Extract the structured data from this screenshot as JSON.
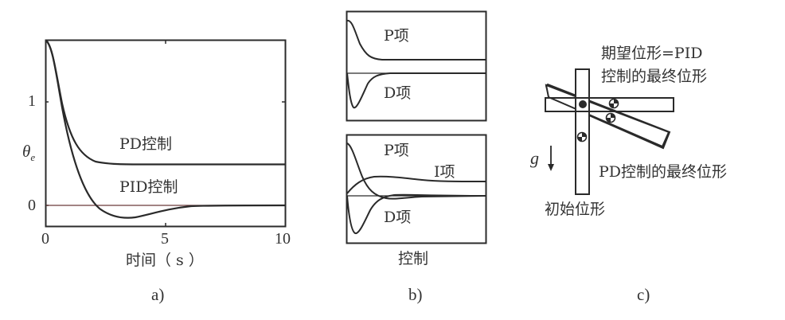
{
  "panel_a": {
    "caption": "a)",
    "ylabel_main": "θ",
    "ylabel_sub": "e",
    "xlabel": "时间（ s ）",
    "xticks": [
      "0",
      "5",
      "10"
    ],
    "yticks": [
      "1",
      "0"
    ],
    "curve_labels": {
      "pd": "PD控制",
      "pid": "PID控制"
    }
  },
  "panel_b": {
    "caption": "b)",
    "xlabel": "控制",
    "top_labels": {
      "p": "P项",
      "d": "D项"
    },
    "bottom_labels": {
      "p": "P项",
      "i": "I项",
      "d": "D项"
    }
  },
  "panel_c": {
    "caption": "c)",
    "desired_line1": "期望位形=PID",
    "desired_line2": "控制的最终位形",
    "pd_final": "PD控制的最终位形",
    "initial": "初始位形",
    "gravity": "g"
  },
  "chart_data": [
    {
      "type": "line",
      "title": "a)",
      "xlabel": "时间（s）",
      "ylabel": "θe",
      "xlim": [
        0,
        10
      ],
      "ylim": [
        -0.15,
        1.6
      ],
      "xticks": [
        0,
        5,
        10
      ],
      "yticks": [
        0,
        1
      ],
      "x": [
        0,
        0.5,
        1,
        1.5,
        2,
        2.5,
        3,
        3.5,
        4,
        5,
        6,
        7,
        8,
        10
      ],
      "series": [
        {
          "name": "PD控制",
          "values": [
            1.6,
            1.15,
            0.72,
            0.5,
            0.42,
            0.4,
            0.4,
            0.4,
            0.4,
            0.4,
            0.4,
            0.4,
            0.4,
            0.4
          ]
        },
        {
          "name": "PID控制",
          "values": [
            1.6,
            1.1,
            0.55,
            0.2,
            -0.02,
            -0.1,
            -0.12,
            -0.12,
            -0.1,
            -0.06,
            -0.02,
            0.0,
            0.0,
            0.0
          ]
        }
      ],
      "annotations": [
        "PD控制",
        "PID控制"
      ],
      "grid": false
    },
    {
      "type": "line",
      "title": "b) PD控制",
      "xlabel": "控制",
      "series": [
        {
          "name": "P项",
          "shape": "decays from peak to positive steady value"
        },
        {
          "name": "D项",
          "shape": "sharp negative dip then returns to 0"
        }
      ]
    },
    {
      "type": "line",
      "title": "b) PID控制",
      "xlabel": "控制",
      "series": [
        {
          "name": "P项",
          "shape": "decays from peak to 0 with slight undershoot"
        },
        {
          "name": "I项",
          "shape": "rises from 0 to positive steady value"
        },
        {
          "name": "D项",
          "shape": "sharp negative dip then returns to 0"
        }
      ]
    }
  ]
}
